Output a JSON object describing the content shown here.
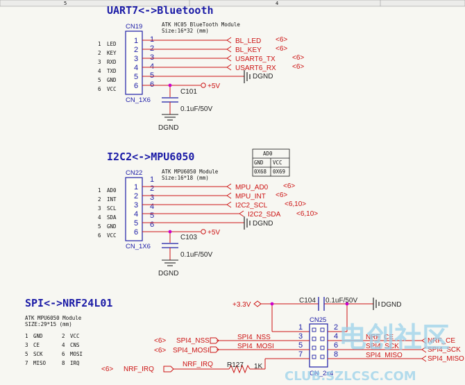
{
  "ruler": {
    "left": "5",
    "right": "4"
  },
  "uart": {
    "title": "UART7<->Bluetooth",
    "ref": "CN19",
    "footprint": "CN_1X6",
    "module": "ATK HC05 BlueTooth Module",
    "size": "Size:16*32 (mm)",
    "pins": [
      {
        "num": "1",
        "name": "LED"
      },
      {
        "num": "2",
        "name": "KEY"
      },
      {
        "num": "3",
        "name": "RXD"
      },
      {
        "num": "4",
        "name": "TXD"
      },
      {
        "num": "5",
        "name": "GND"
      },
      {
        "num": "6",
        "name": "VCC"
      }
    ],
    "nets": [
      {
        "name": "BL_LED",
        "page": "<6>"
      },
      {
        "name": "BL_KEY",
        "page": "<6>"
      },
      {
        "name": "USART6_TX",
        "page": "<6>"
      },
      {
        "name": "USART6_RX",
        "page": "<6>"
      }
    ],
    "gnd": "DGND",
    "vcc": "+5V",
    "cap_ref": "C101",
    "cap_val": "0.1uF/50V",
    "cap_gnd": "DGND"
  },
  "i2c": {
    "title": "I2C2<->MPU6050",
    "ref": "CN22",
    "footprint": "CN_1X6",
    "module": "ATK MPU6050 Module",
    "size": "Size:16*18 (mm)",
    "addr_table": {
      "header": "AD0",
      "rows": [
        [
          "GND",
          "VCC"
        ],
        [
          "0X68",
          "0X69"
        ]
      ]
    },
    "pins": [
      {
        "num": "1",
        "name": "AD0"
      },
      {
        "num": "2",
        "name": "INT"
      },
      {
        "num": "3",
        "name": "SCL"
      },
      {
        "num": "4",
        "name": "SDA"
      },
      {
        "num": "5",
        "name": "GND"
      },
      {
        "num": "6",
        "name": "VCC"
      }
    ],
    "nets": [
      {
        "name": "MPU_AD0",
        "page": "<6>"
      },
      {
        "name": "MPU_INT",
        "page": "<6>"
      },
      {
        "name": "I2C2_SCL",
        "page": "<6,10>"
      },
      {
        "name": "I2C2_SDA",
        "page": "<6,10>"
      }
    ],
    "gnd": "DGND",
    "vcc": "+5V",
    "cap_ref": "C103",
    "cap_val": "0.1uF/50V",
    "cap_gnd": "DGND"
  },
  "spi": {
    "title": "SPI<->NRF24L01",
    "module": "ATK MPU6050 Module",
    "size": "SIZE:29*15 (mm)",
    "pin_list": [
      {
        "a": "1",
        "an": "GND",
        "b": "2",
        "bn": "VCC"
      },
      {
        "a": "3",
        "an": "CE",
        "b": "4",
        "bn": "CNS"
      },
      {
        "a": "5",
        "an": "SCK",
        "b": "6",
        "bn": "MOSI"
      },
      {
        "a": "7",
        "an": "MISO",
        "b": "8",
        "bn": "IRQ"
      }
    ],
    "supply": "+3.3V",
    "cap_ref": "C104",
    "cap_val": "0.1uF/50V",
    "gnd": "DGND",
    "ref": "CN25",
    "footprint": "CN_2x4",
    "pin_nums_left": [
      "1",
      "3",
      "5",
      "7"
    ],
    "pin_nums_right": [
      "2",
      "4",
      "6",
      "8"
    ],
    "left_nets": [
      {
        "page": "<6>",
        "name": "SPI4_NSS",
        "wire": "SPI4_NSS"
      },
      {
        "page": "<6>",
        "name": "SPI4_MOSI",
        "wire": "SPI4_MOSI"
      },
      {
        "page": "<6>",
        "name": "NRF_IRQ",
        "wire": "NRF_IRQ"
      }
    ],
    "right_nets": [
      {
        "wire": "NRF_CE",
        "name": "NRF_CE"
      },
      {
        "wire": "SPI4_SCK",
        "name": "SPI4_SCK"
      },
      {
        "wire": "SPI4_MISO",
        "name": "SPI4_MISO"
      }
    ],
    "res_ref": "R127",
    "res_val": "1K"
  },
  "watermark": {
    "main": "电创社区",
    "url": "CLUB.SZLCSC.COM"
  }
}
